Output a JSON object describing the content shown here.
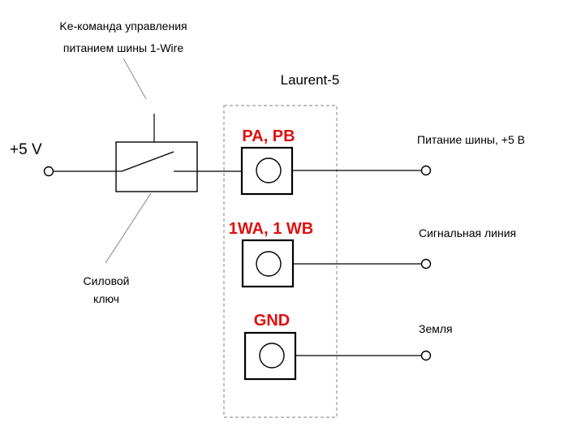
{
  "colors": {
    "line": "#000000",
    "terminal_label": "#e01010",
    "boundary": "#9a9a9a",
    "leader": "#9a9a9a"
  },
  "labels": {
    "control_cmd_line1": "Ke-команда управления",
    "control_cmd_line2": "питанием шины 1-Wire",
    "device": "Laurent-5",
    "input": "+5 V",
    "switch_line1": "Силовой",
    "switch_line2": "ключ"
  },
  "terminals": [
    {
      "label": "PA, PB",
      "output": "Питание шины, +5 В"
    },
    {
      "label": "1WA, 1 WB",
      "output": "Сигнальная линия"
    },
    {
      "label": "GND",
      "output": "Земля"
    }
  ]
}
